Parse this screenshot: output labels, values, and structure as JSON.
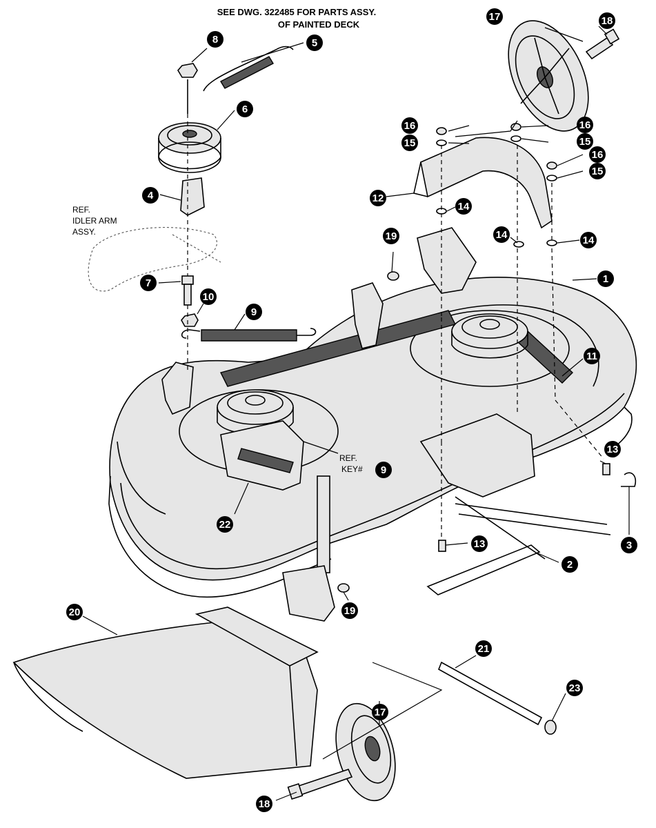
{
  "header": {
    "line1": "SEE DWG. 322485 FOR PARTS ASSY.",
    "line2": "OF PAINTED DECK"
  },
  "references": {
    "idler_arm": [
      "REF.",
      "IDLER ARM",
      "ASSY."
    ],
    "ref_key": [
      "REF.",
      "KEY#"
    ]
  },
  "callouts": [
    "1",
    "2",
    "3",
    "4",
    "5",
    "6",
    "7",
    "8",
    "9",
    "9",
    "10",
    "11",
    "12",
    "13",
    "13",
    "14",
    "14",
    "14",
    "15",
    "15",
    "15",
    "16",
    "16",
    "16",
    "17",
    "17",
    "18",
    "18",
    "19",
    "19",
    "20",
    "21",
    "22",
    "23"
  ],
  "colors": {
    "ink": "#000000",
    "paper": "#ffffff",
    "shade": "#e6e6e6"
  }
}
